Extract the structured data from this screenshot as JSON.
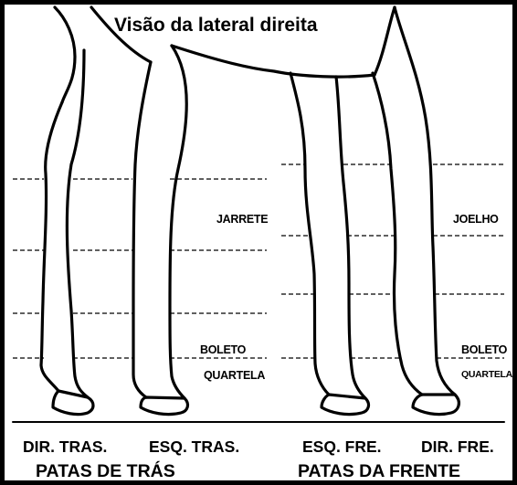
{
  "title": "Visão da lateral direita",
  "labels": {
    "hind_hock": "JARRETE",
    "front_knee": "JOELHO",
    "hind_fetlock": "BOLETO",
    "front_fetlock": "BOLETO",
    "hind_pastern": "QUARTELA",
    "front_pastern": "QUARTELA"
  },
  "legs": {
    "right_hind": "DIR. TRAS.",
    "left_hind": "ESQ. TRAS.",
    "left_front": "ESQ. FRE.",
    "right_front": "DIR. FRE."
  },
  "groups": {
    "hind": "PATAS DE TRÁS",
    "front": "PATAS DA FRENTE"
  }
}
